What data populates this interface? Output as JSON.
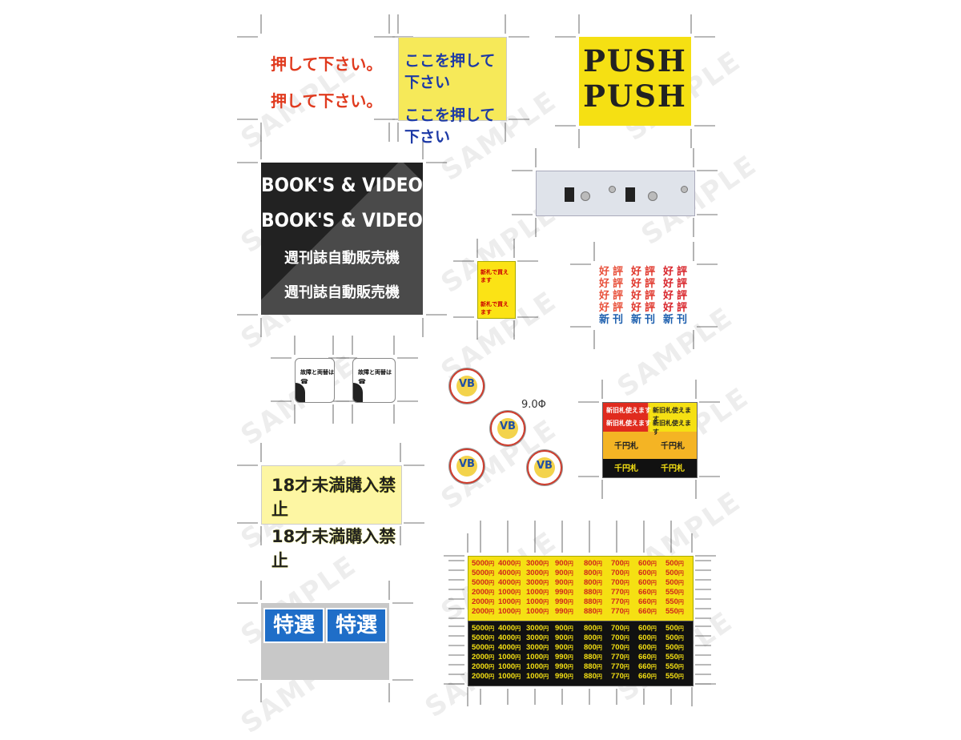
{
  "watermark": "SAMPLE",
  "push_jp": {
    "line1": "押して下さい。",
    "line2": "押して下さい。"
  },
  "push_panel": {
    "line1": "ここを押して下さい",
    "line2": "ここを押して下さい"
  },
  "push_en": {
    "line1": "PUSH",
    "line2": "PUSH"
  },
  "book_sign": {
    "line1": "BOOK'S & VIDEO",
    "line2": "BOOK'S & VIDEO",
    "line3": "週刊誌自動販売機",
    "line4": "週刊誌自動販売機"
  },
  "new_bill_label": {
    "line1": "新札で買えます",
    "line2": "新札で買えます"
  },
  "kouhyou": {
    "koh": "好",
    "hyou": "評",
    "shin": "新",
    "kan": "刊",
    "colors": [
      "#e8503a",
      "#e0362b",
      "#d8242a"
    ],
    "shin_color": "#1d5fae"
  },
  "kosho_label": {
    "title": "故障と両替は",
    "sub": "☎"
  },
  "vb_badge": {
    "text": "VB",
    "dimension": "9.0Φ"
  },
  "bill_panel": {
    "top": "新旧札使えます",
    "sen": "千円札"
  },
  "age_label": {
    "line1": "18才未満購入禁止",
    "line2": "18才未満購入禁止"
  },
  "tokusen": {
    "label": "特選"
  },
  "price_unit": "円",
  "prices_yellow": [
    [
      "5000",
      "4000",
      "3000",
      "900",
      "800",
      "700",
      "600",
      "500"
    ],
    [
      "5000",
      "4000",
      "3000",
      "900",
      "800",
      "700",
      "600",
      "500"
    ],
    [
      "5000",
      "4000",
      "3000",
      "900",
      "800",
      "700",
      "600",
      "500"
    ],
    [
      "2000",
      "1000",
      "1000",
      "990",
      "880",
      "770",
      "660",
      "550"
    ],
    [
      "2000",
      "1000",
      "1000",
      "990",
      "880",
      "770",
      "660",
      "550"
    ],
    [
      "2000",
      "1000",
      "1000",
      "990",
      "880",
      "770",
      "660",
      "550"
    ]
  ],
  "prices_black": [
    [
      "5000",
      "4000",
      "3000",
      "900",
      "800",
      "700",
      "600",
      "500"
    ],
    [
      "5000",
      "4000",
      "3000",
      "900",
      "800",
      "700",
      "600",
      "500"
    ],
    [
      "5000",
      "4000",
      "3000",
      "900",
      "800",
      "700",
      "600",
      "500"
    ],
    [
      "2000",
      "1000",
      "1000",
      "990",
      "880",
      "770",
      "660",
      "550"
    ],
    [
      "2000",
      "1000",
      "1000",
      "990",
      "880",
      "770",
      "660",
      "550"
    ],
    [
      "2000",
      "1000",
      "1000",
      "990",
      "880",
      "770",
      "660",
      "550"
    ]
  ],
  "colors": {
    "yellow": "#f5e013",
    "red": "#e03a1e",
    "blue": "#1f6ec8"
  }
}
